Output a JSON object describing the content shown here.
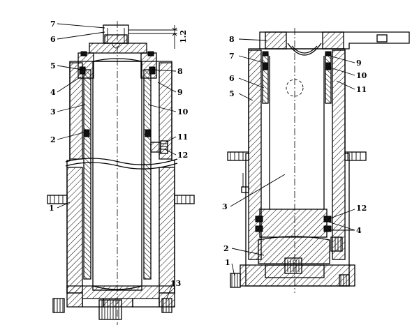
{
  "left_figure": {
    "labels": [
      "1",
      "2",
      "3",
      "4",
      "5",
      "6",
      "7",
      "8",
      "9",
      "10",
      "11",
      "12",
      "13"
    ],
    "dimension": "1.2"
  },
  "right_figure": {
    "labels": [
      "1",
      "2",
      "3",
      "4",
      "5",
      "6",
      "7",
      "8",
      "9",
      "10",
      "11",
      "12"
    ]
  }
}
